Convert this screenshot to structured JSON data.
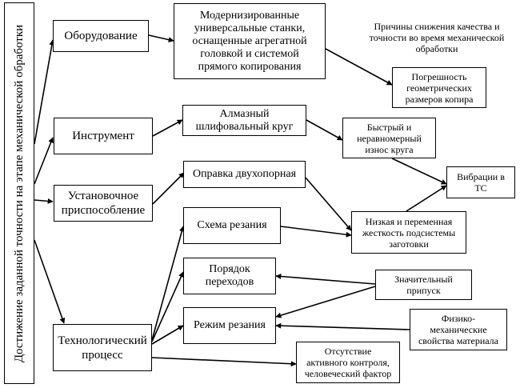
{
  "nodes": {
    "main": "Достижение заданной точности на этапе механической обработки",
    "equipment": "Оборудование",
    "tool": "Инструмент",
    "fixture": "Установочное\nприспособление",
    "process": "Технологический\nпроцесс",
    "machines": "Модернизированные\nуниверсальные станки,\nоснащенные агрегатной\nголовкой и системой\nпрямого копирования",
    "wheel": "Алмазный\nшлифовальный круг",
    "mandrel": "Оправка двухопорная",
    "cutting_scheme": "Схема резания",
    "transitions_order": "Порядок\nпереходов",
    "cutting_mode": "Режим резания",
    "causes_title": "Причины снижения качества и\nточности во время механической\nобработки",
    "copier_error": "Погрешность\nгеометрических\nразмеров копира",
    "wheel_wear": "Быстрый и\nнеравномерный\nизнос круга",
    "tc_vibration": "Вибрации в\nТС",
    "low_rigidity": "Низкая и переменная\nжесткость подсистемы\nзаготовки",
    "allowance": "Значительный\nприпуск",
    "material_props": "Физико-\nмеханические\nсвойства материала",
    "no_control": "Отсутствие\nактивного контроля,\nчеловеческий фактор"
  },
  "style": {
    "line_color": "#000000",
    "box_border": "#000000",
    "background": "#ffffff"
  }
}
